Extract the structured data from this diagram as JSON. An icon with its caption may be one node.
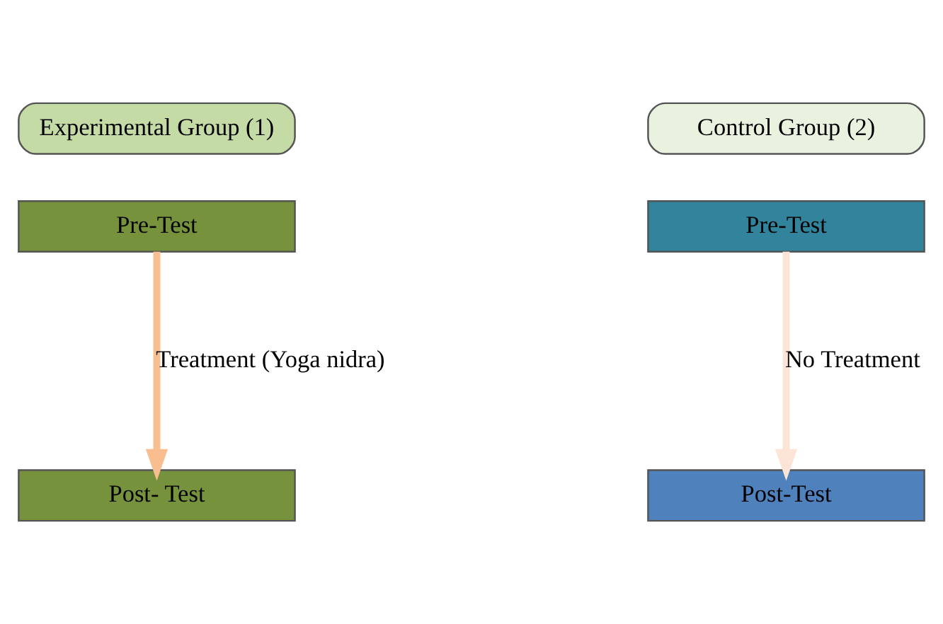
{
  "diagram": {
    "nodes": [
      {
        "text": [
          "Experimental Group (1)"
        ]
      },
      {
        "text": [
          "Control Group (2)"
        ]
      },
      {
        "text": [
          "Pre-Test"
        ]
      },
      {
        "text": [
          "Pre-Test"
        ]
      },
      {
        "text": [
          "Post- Test"
        ]
      },
      {
        "text": [
          "Post-Test"
        ]
      }
    ],
    "edges": [
      {
        "from": 2,
        "to": 4,
        "arrow": "to",
        "label": "Treatment (Yoga nidra)",
        "color": "#f9be8f"
      },
      {
        "from": 3,
        "to": 5,
        "arrow": "to",
        "label": "No Treatment",
        "color": "#fce4d6"
      }
    ]
  }
}
